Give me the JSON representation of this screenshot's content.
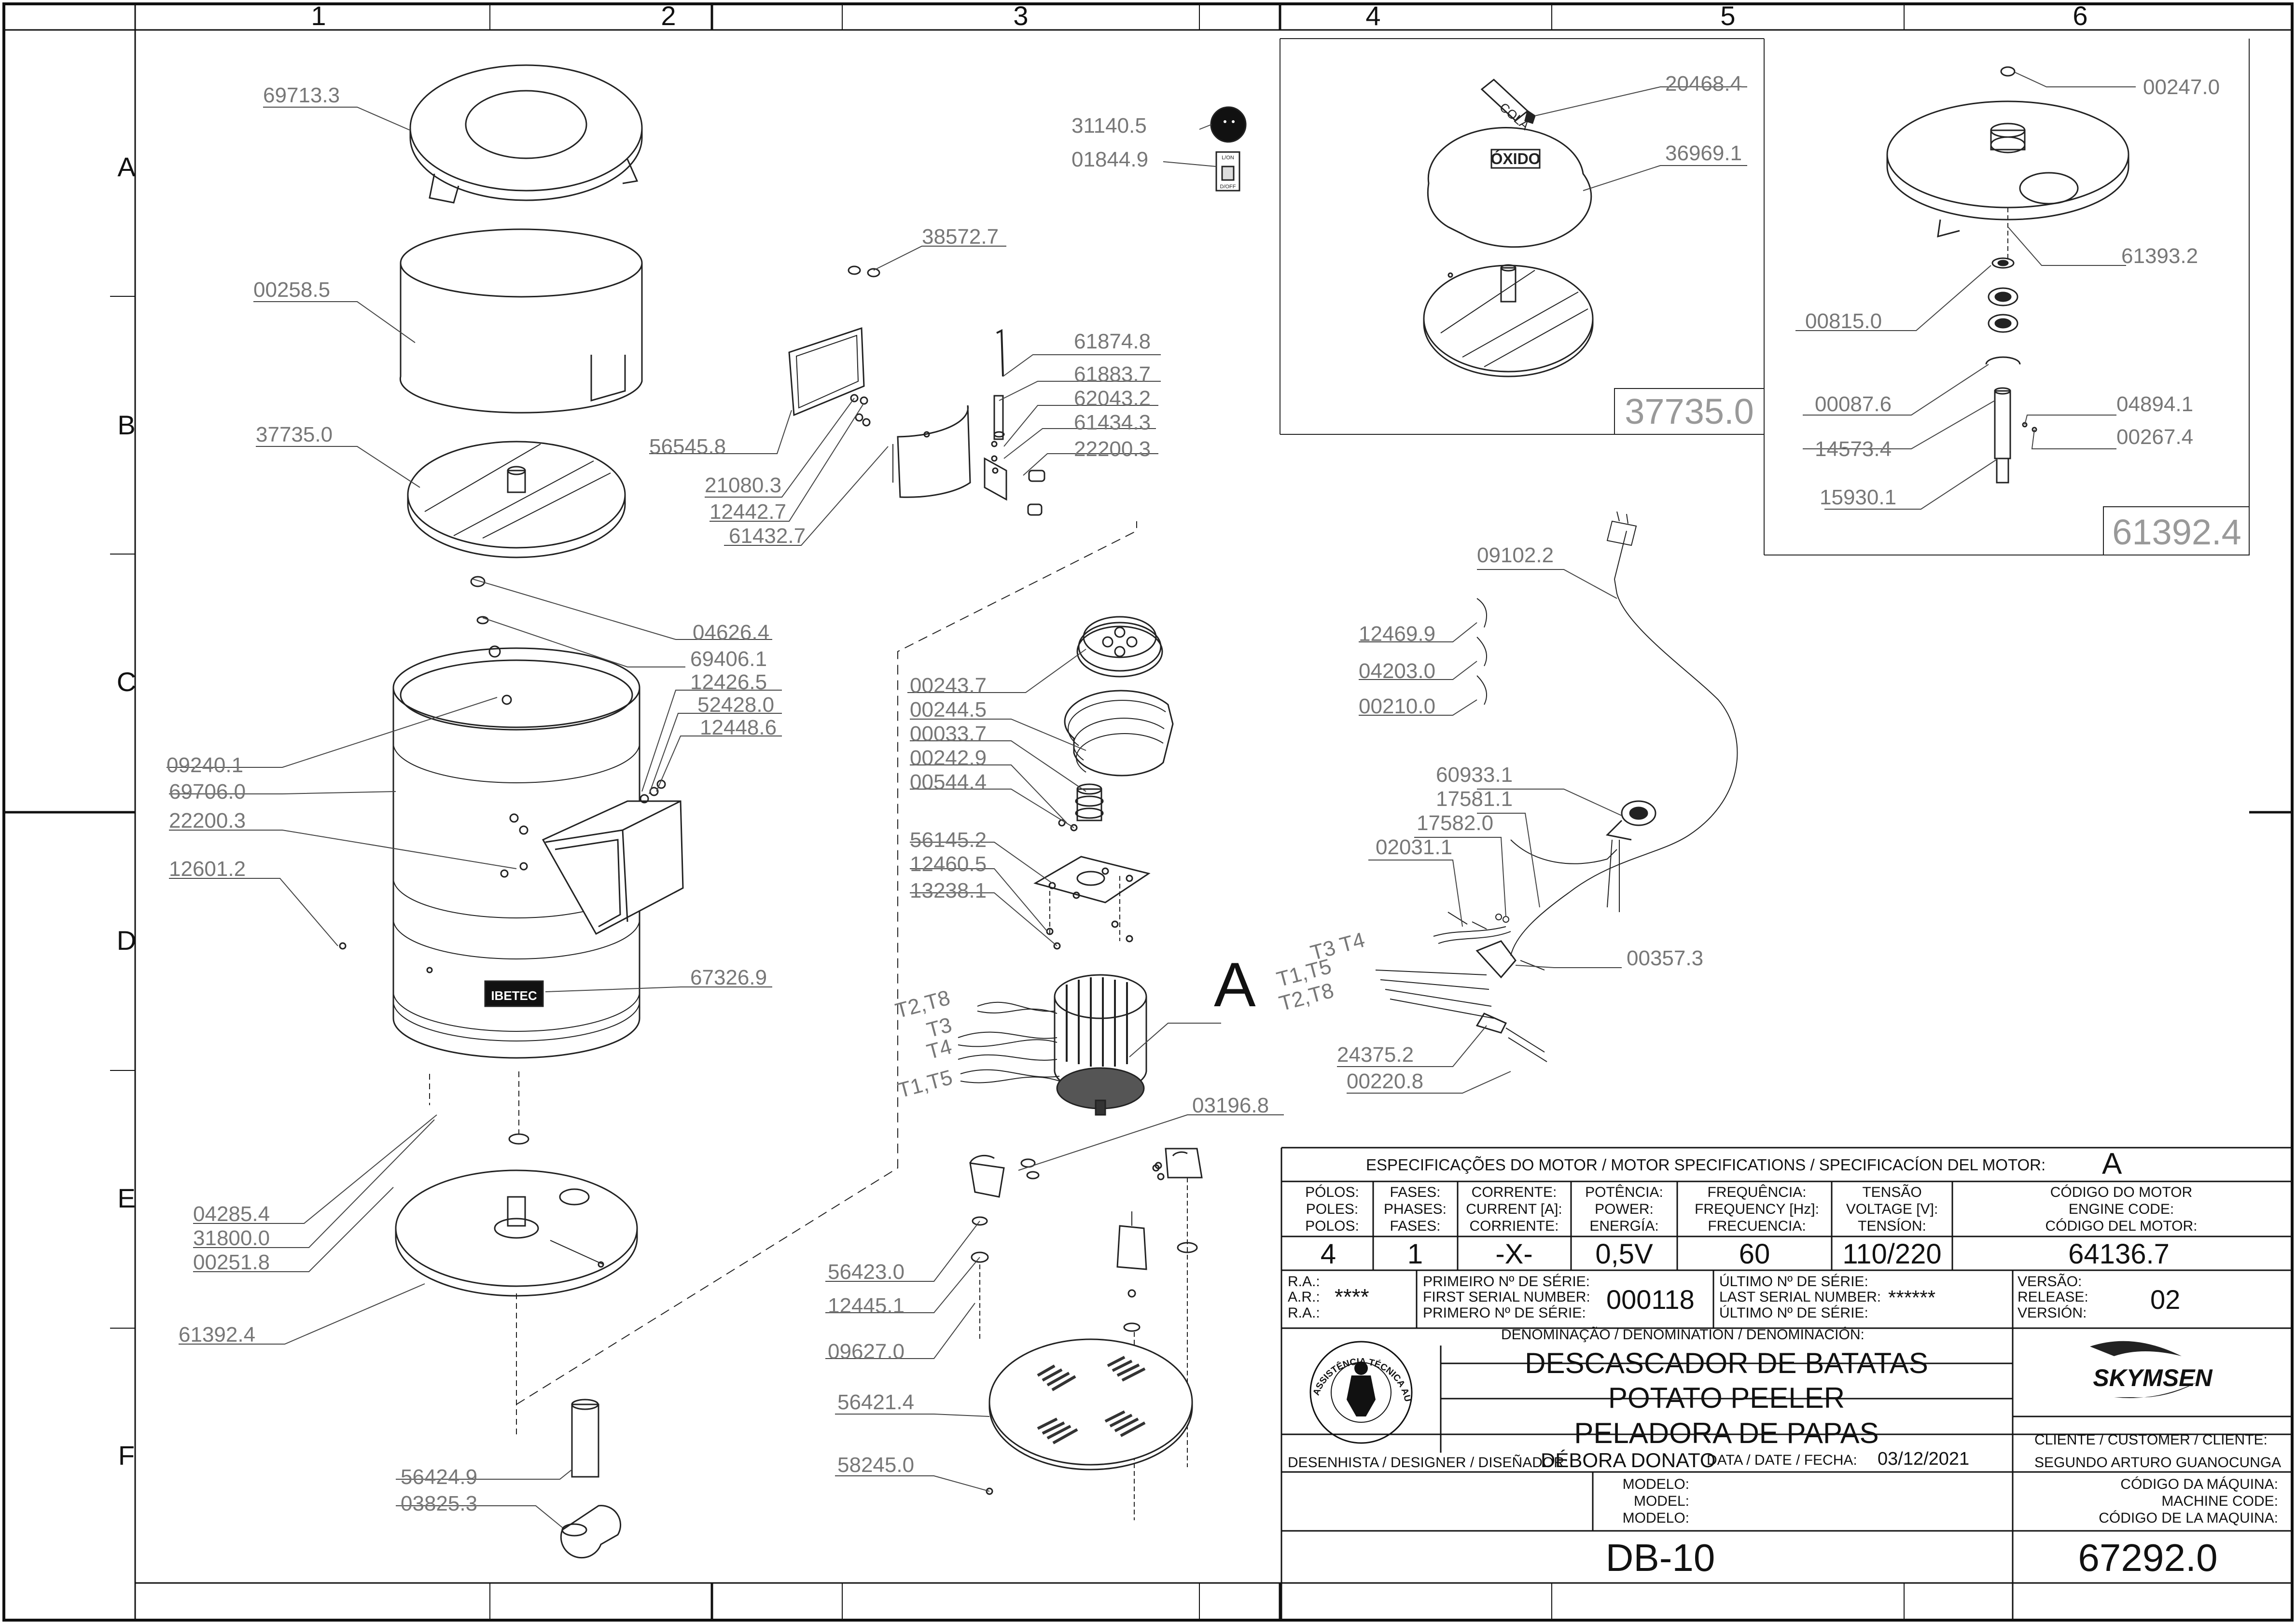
{
  "grid": {
    "columns": [
      "1",
      "2",
      "3",
      "4",
      "5",
      "6"
    ],
    "rows": [
      "A",
      "B",
      "C",
      "D",
      "E",
      "F"
    ]
  },
  "parts": {
    "p69713_3": "69713.3",
    "p00258_5": "00258.5",
    "p37735_0": "37735.0",
    "p04626_4": "04626.4",
    "p69406_1": "69406.1",
    "p12426_5": "12426.5",
    "p52428_0": "52428.0",
    "p12448_6": "12448.6",
    "p09240_1": "09240.1",
    "p69706_0": "69706.0",
    "p22200_3a": "22200.3",
    "p12601_2": "12601.2",
    "p67326_9": "67326.9",
    "p04285_4": "04285.4",
    "p31800_0": "31800.0",
    "p00251_8": "00251.8",
    "p61392_4": "61392.4",
    "p56424_9": "56424.9",
    "p03825_3": "03825.3",
    "p31140_5": "31140.5",
    "p01844_9": "01844.9",
    "p38572_7": "38572.7",
    "p61874_8": "61874.8",
    "p61883_7": "61883.7",
    "p62043_2": "62043.2",
    "p61434_3": "61434.3",
    "p22200_3b": "22200.3",
    "p56545_8": "56545.8",
    "p21080_3": "21080.3",
    "p12442_7": "12442.7",
    "p61432_7": "61432.7",
    "p00243_7": "00243.7",
    "p00244_5": "00244.5",
    "p00033_7": "00033.7",
    "p00242_9": "00242.9",
    "p00544_4": "00544.4",
    "p56145_2": "56145.2",
    "p12460_5": "12460.5",
    "p13238_1": "13238.1",
    "p03196_8": "03196.8",
    "p56423_0": "56423.0",
    "p12445_1": "12445.1",
    "p09627_0": "09627.0",
    "p56421_4": "56421.4",
    "p58245_0": "58245.0",
    "p20468_4": "20468.4",
    "p36969_1": "36969.1",
    "p37735_0_box": "37735.0",
    "p00247_0": "00247.0",
    "p61393_2": "61393.2",
    "p00815_0": "00815.0",
    "p00087_6": "00087.6",
    "p04894_1": "04894.1",
    "p14573_4": "14573.4",
    "p00267_4": "00267.4",
    "p15930_1": "15930.1",
    "p61392_4_box": "61392.4",
    "p09102_2": "09102.2",
    "p12469_9": "12469.9",
    "p04203_0": "04203.0",
    "p00210_0": "00210.0",
    "p60933_1": "60933.1",
    "p17581_1": "17581.1",
    "p17582_0": "17582.0",
    "p02031_1": "02031.1",
    "p00357_3": "00357.3",
    "p24375_2": "24375.2",
    "p00220_8": "00220.8"
  },
  "motor_labels": {
    "big_a": "A",
    "t2t8": "T2,T8",
    "t3": "T3",
    "t4": "T4",
    "t1t5": "T1,T5",
    "w_t3t4": "T3 T4",
    "w_t1t5": "T1,T5",
    "w_t2t8": "T2,T8"
  },
  "decals": {
    "cola": "COLA",
    "oxido": "ÓXIDO",
    "brand_plate": "IBETEC",
    "switch_on": "L/ON",
    "switch_off": "D/OFF"
  },
  "title_block": {
    "motor_spec_header": "ESPECIFICAÇÕES DO MOTOR / MOTOR SPECIFICATIONS / SPECIFICACÍON DEL MOTOR:",
    "motor_letter": "A",
    "col_poles": [
      "PÓLOS:",
      "POLES:",
      "POLOS:"
    ],
    "col_phases": [
      "FASES:",
      "PHASES:",
      "FASES:"
    ],
    "col_current": [
      "CORRENTE:",
      "CURRENT [A]:",
      "CORRIENTE:"
    ],
    "col_power": [
      "POTÊNCIA:",
      "POWER:",
      "ENERGÍA:"
    ],
    "col_freq": [
      "FREQUÊNCIA:",
      "FREQUENCY [Hz]:",
      "FRECUENCIA:"
    ],
    "col_voltage": [
      "TENSÃO",
      "VOLTAGE [V]:",
      "TENSÍON:"
    ],
    "col_motor_code": [
      "CÓDIGO DO MOTOR",
      "ENGINE CODE:",
      "CÓDIGO DEL MOTOR:"
    ],
    "val_poles": "4",
    "val_phases": "1",
    "val_current": "-X-",
    "val_power": "0,5V",
    "val_freq": "60",
    "val_voltage": "110/220",
    "val_motor_code": "64136.7",
    "ra_labels": [
      "R.A.:",
      "A.R.:",
      "R.A.:"
    ],
    "ra_value": "****",
    "first_serial_labels": [
      "PRIMEIRO Nº DE SÉRIE:",
      "FIRST SERIAL NUMBER:",
      "PRIMERO Nº DE SÉRIE:"
    ],
    "first_serial": "000118",
    "last_serial_labels": [
      "ÚLTIMO Nº DE SÉRIE:",
      "LAST SERIAL NUMBER:",
      "ÚLTIMO Nº DE SÉRIE:"
    ],
    "last_serial": "******",
    "version_labels": [
      "VERSÃO:",
      "RELEASE:",
      "VERSIÓN:"
    ],
    "version": "02",
    "denomination_label": "DENOMINAÇÃO / DENOMINATION / DENOMINACIÓN:",
    "name_pt": "DESCASCADOR DE BATATAS",
    "name_en": "POTATO PEELER",
    "name_es": "PELADORA DE PAPAS",
    "seal_text": "ASSISTÊNCIA TÉCNICA AUTORIZADA",
    "brand": "SKYMSEN",
    "customer_label": "CLIENTE / CUSTOMER / CLIENTE:",
    "customer": "SEGUNDO ARTURO GUANOCUNGA",
    "designer_label": "DESENHISTA / DESIGNER / DISEÑADOR:",
    "designer": "DÉBORA DONATO",
    "date_label": "DATA / DATE / FECHA:",
    "date": "03/12/2021",
    "model_labels": [
      "MODELO:",
      "MODEL:",
      "MODELO:"
    ],
    "model": "DB-10",
    "machine_code_labels": [
      "CÓDIGO DA MÁQUINA:",
      "MACHINE CODE:",
      "CÓDIGO DE LA MAQUINA:"
    ],
    "machine_code": "67292.0"
  }
}
